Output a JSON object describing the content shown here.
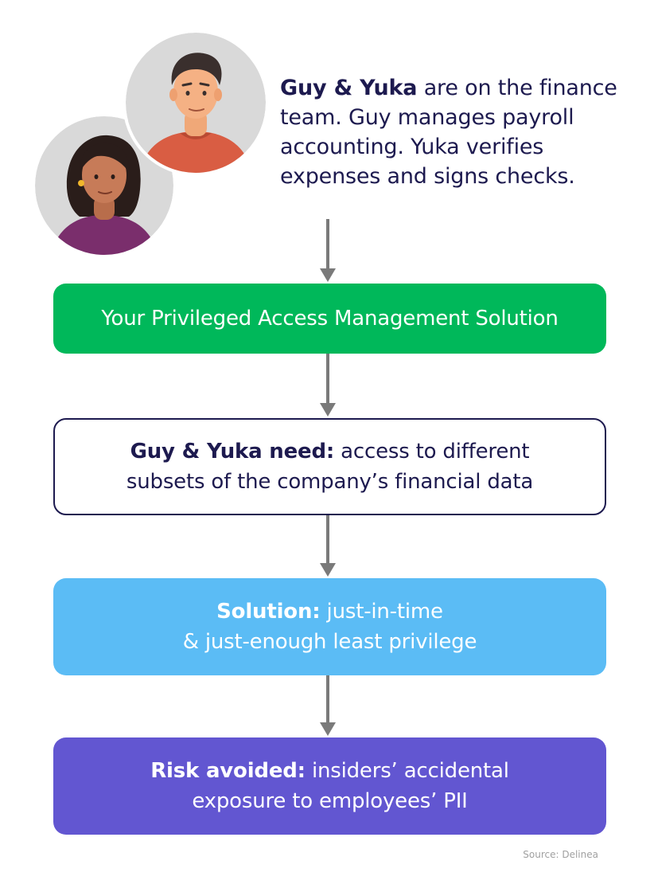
{
  "intro": {
    "names": "Guy & Yuka",
    "line1_rest": " are on the finance",
    "line2": "team. Guy manages payroll",
    "line3": "accounting. Yuka verifies",
    "line4": "expenses and signs checks."
  },
  "flow": {
    "pam": "Your Privileged Access Management Solution",
    "need": {
      "lead": "Guy & Yuka need:",
      "line1_rest": " access to different",
      "line2": "subsets of the company’s financial data"
    },
    "solution": {
      "lead": "Solution:",
      "line1_rest": " just-in-time",
      "line2": "& just-enough least privilege"
    },
    "risk": {
      "lead": "Risk avoided:",
      "line1_rest": " insiders’ accidental",
      "line2": "exposure to employees’ PII"
    }
  },
  "source": "Source: Delinea",
  "colors": {
    "navy_text": "#1d1a4f",
    "pam_green": "#00b85a",
    "solution_blue": "#5bbcf5",
    "risk_purple": "#6256d1",
    "arrow_gray": "#7a7a7a"
  },
  "icons": [
    "yuka-avatar-icon",
    "guy-avatar-icon",
    "down-arrow-icon"
  ]
}
